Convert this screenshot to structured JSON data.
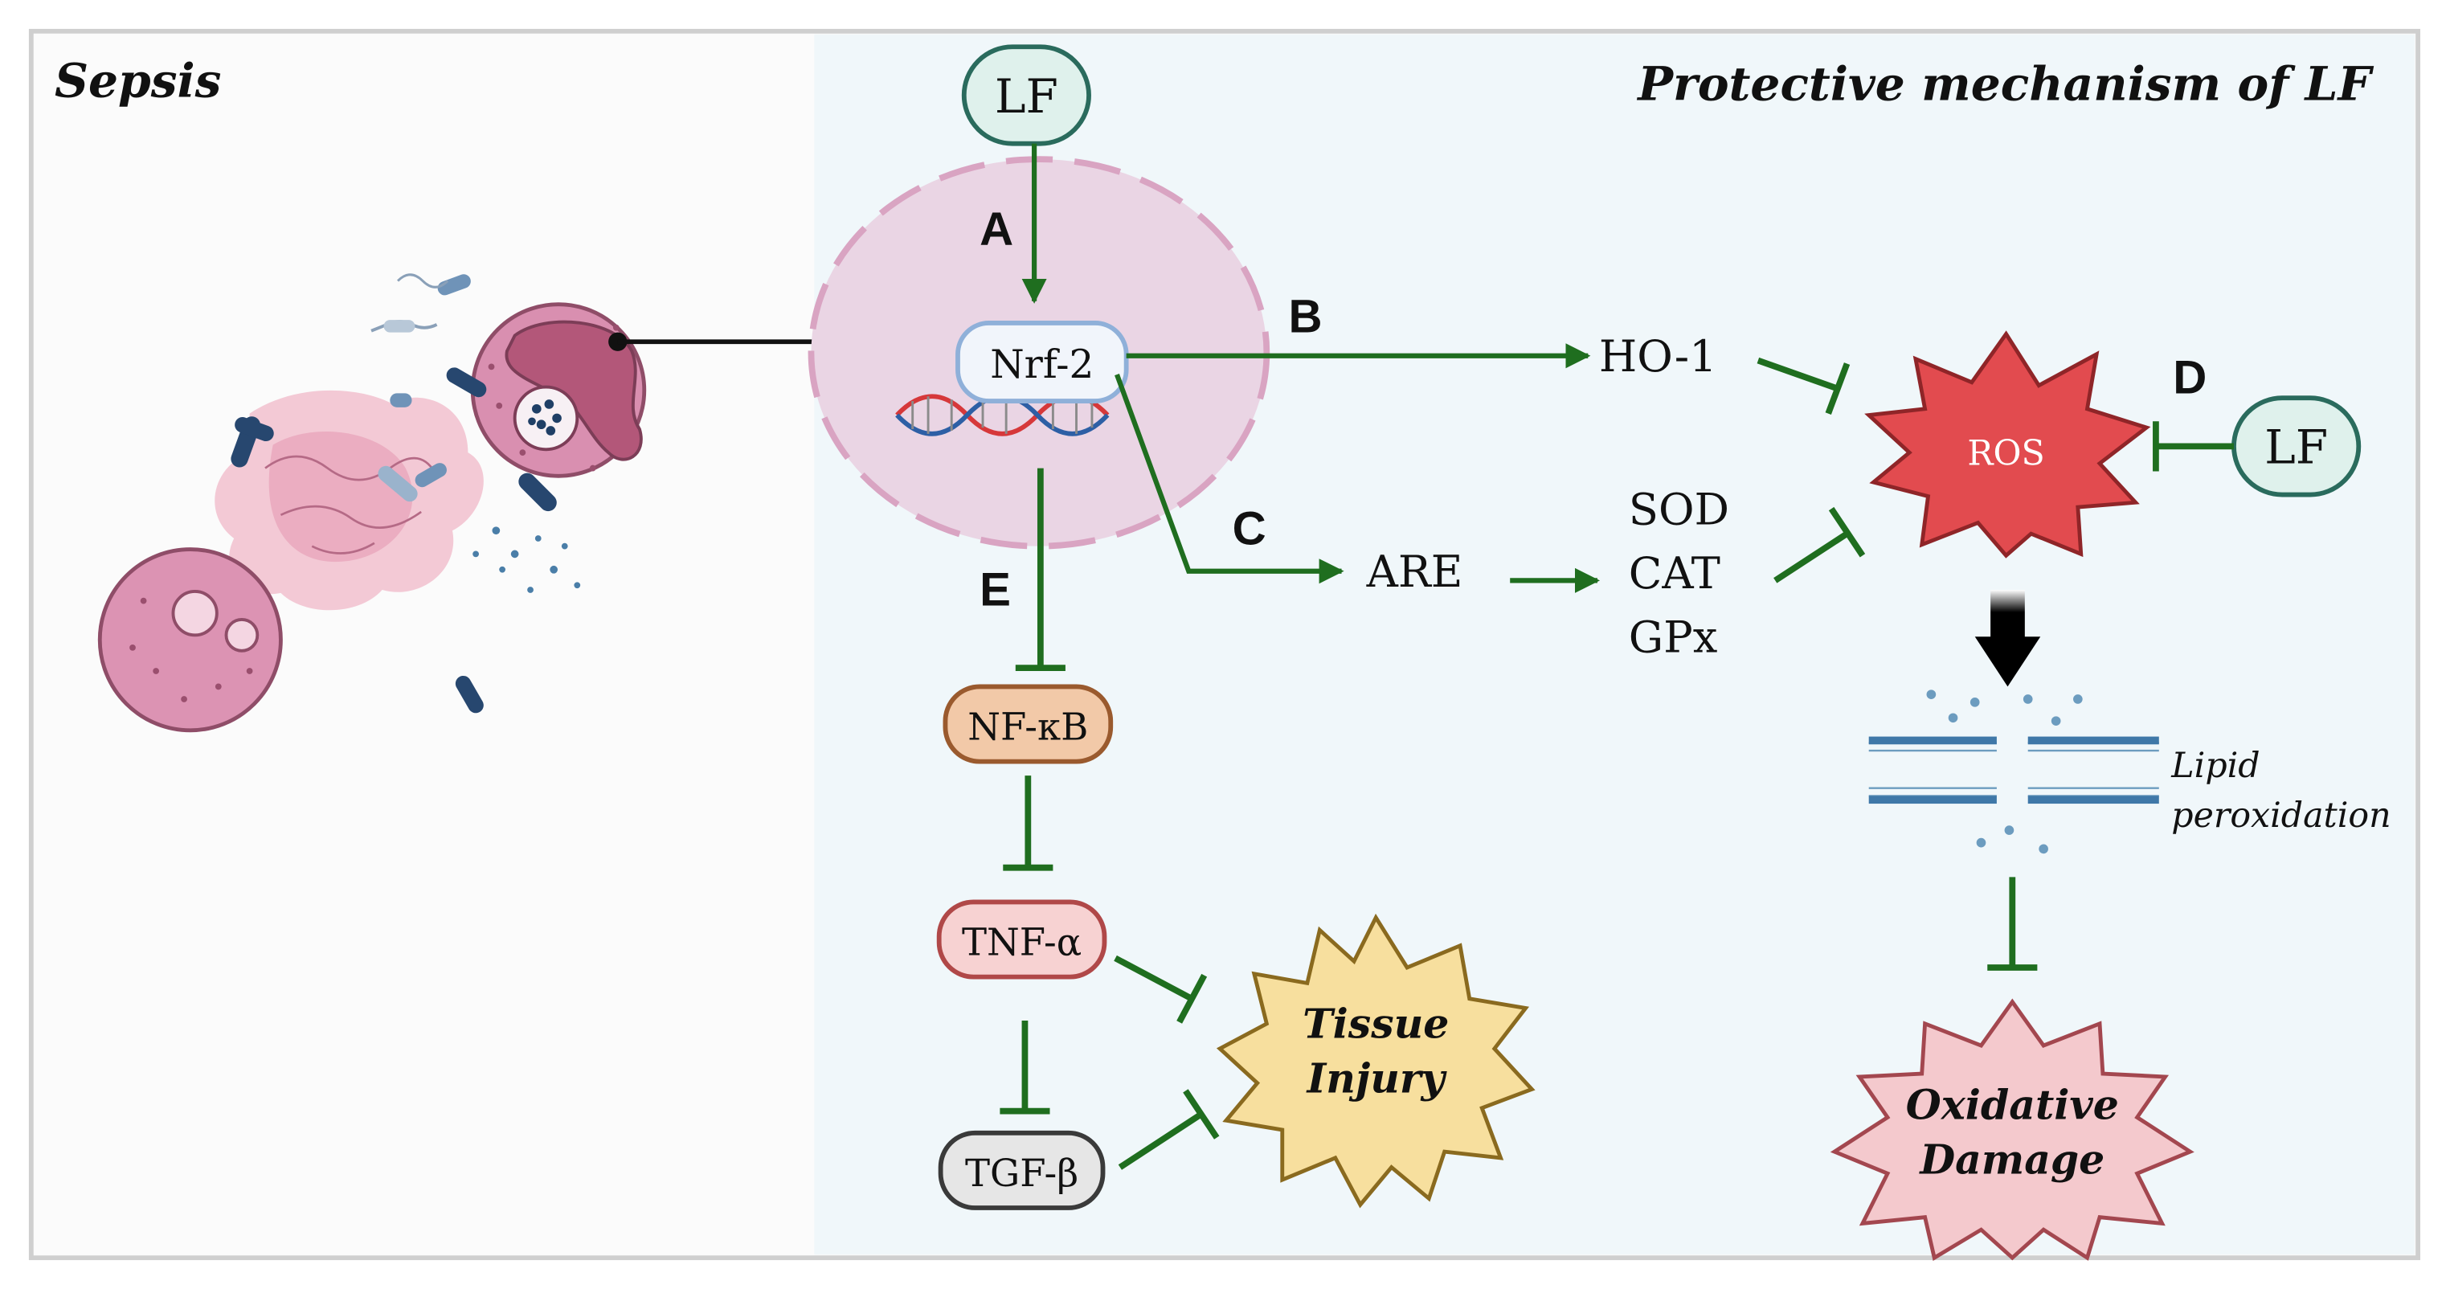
{
  "panels": {
    "left_title": "Sepsis",
    "right_title": "Protective mechanism of LF"
  },
  "nodes": {
    "lf_top": "LF",
    "lf_right": "LF",
    "nrf2": "Nrf-2",
    "ho1": "HO-1",
    "are": "ARE",
    "sod": "SOD",
    "cat": "CAT",
    "gpx": "GPx",
    "ros": "ROS",
    "nfkb": "NF-κB",
    "tnfa": "TNF-α",
    "tgfb": "TGF-β",
    "tissue_injury_line1": "Tissue",
    "tissue_injury_line2": "Injury",
    "oxidative_line1": "Oxidative",
    "oxidative_line2": "Damage",
    "lipid_line1": "Lipid",
    "lipid_line2": "peroxidation"
  },
  "pathway_labels": {
    "a": "A",
    "b": "B",
    "c": "C",
    "d": "D",
    "e": "E"
  },
  "colors": {
    "pathway_green": "#1f6e1f",
    "lf_fill": "#dff1ec",
    "lf_stroke": "#2a6b5d",
    "ros_fill": "#e24b4f",
    "injury_fill": "#f7df9e",
    "oxidative_fill": "#f4c9cd",
    "cell_pink": "#d98fb0",
    "panel_bg": "#f0f7fa"
  }
}
